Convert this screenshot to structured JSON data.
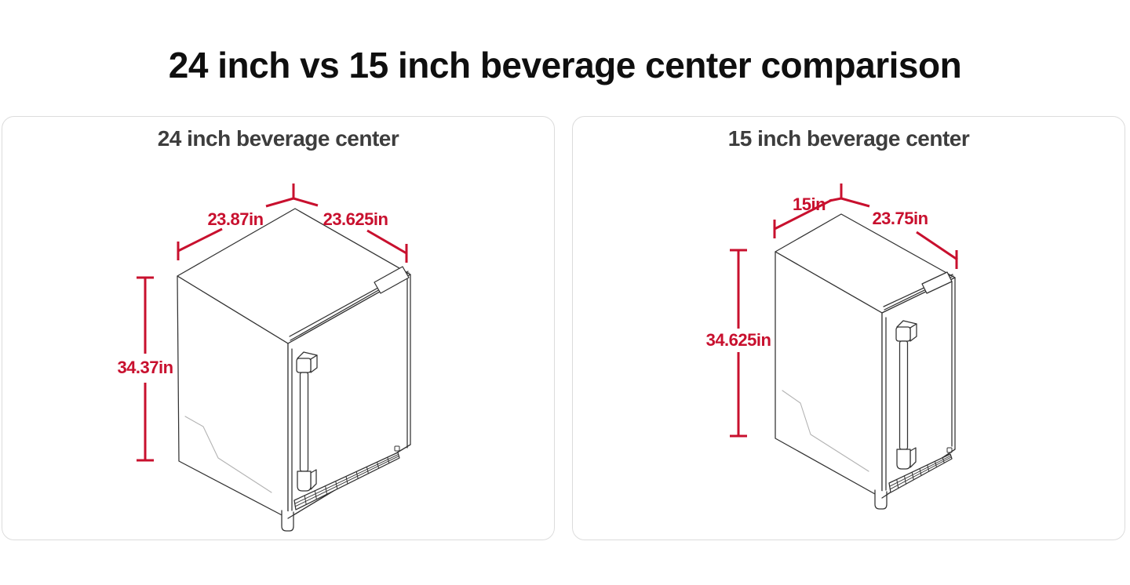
{
  "page": {
    "title": "24 inch vs 15 inch beverage center comparison"
  },
  "colors": {
    "dimension_red": "#C8102E",
    "outline": "#323232",
    "soft_line": "#b3b3b3",
    "panel_border": "#dcdcdc",
    "title_color": "#0f0f0f",
    "panel_title_color": "#3d3d3d"
  },
  "panels": [
    {
      "title": "24 inch beverage center",
      "dimensions": {
        "width": "23.87in",
        "depth": "23.625in",
        "height": "34.37in"
      }
    },
    {
      "title": "15 inch beverage center",
      "dimensions": {
        "width": "15in",
        "depth": "23.75in",
        "height": "34.625in"
      }
    }
  ]
}
